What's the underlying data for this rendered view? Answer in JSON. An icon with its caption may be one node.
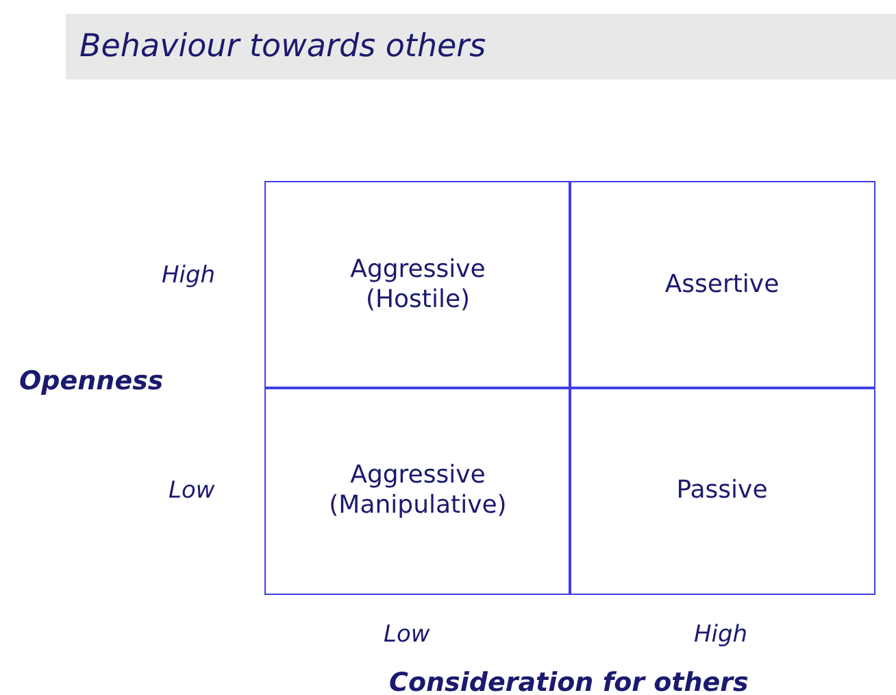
{
  "diagram": {
    "title": "Behaviour towards others",
    "nodes": [
      {
        "text": [
          "Aggressive (Hostile)"
        ]
      },
      {
        "text": [
          "Assertive"
        ]
      },
      {
        "text": [
          "Aggressive (Manipulative)"
        ]
      },
      {
        "text": [
          "Passive"
        ]
      }
    ],
    "labels": [
      "High",
      "Openness",
      "Low",
      "Low",
      "High",
      "Consideration for others"
    ]
  }
}
